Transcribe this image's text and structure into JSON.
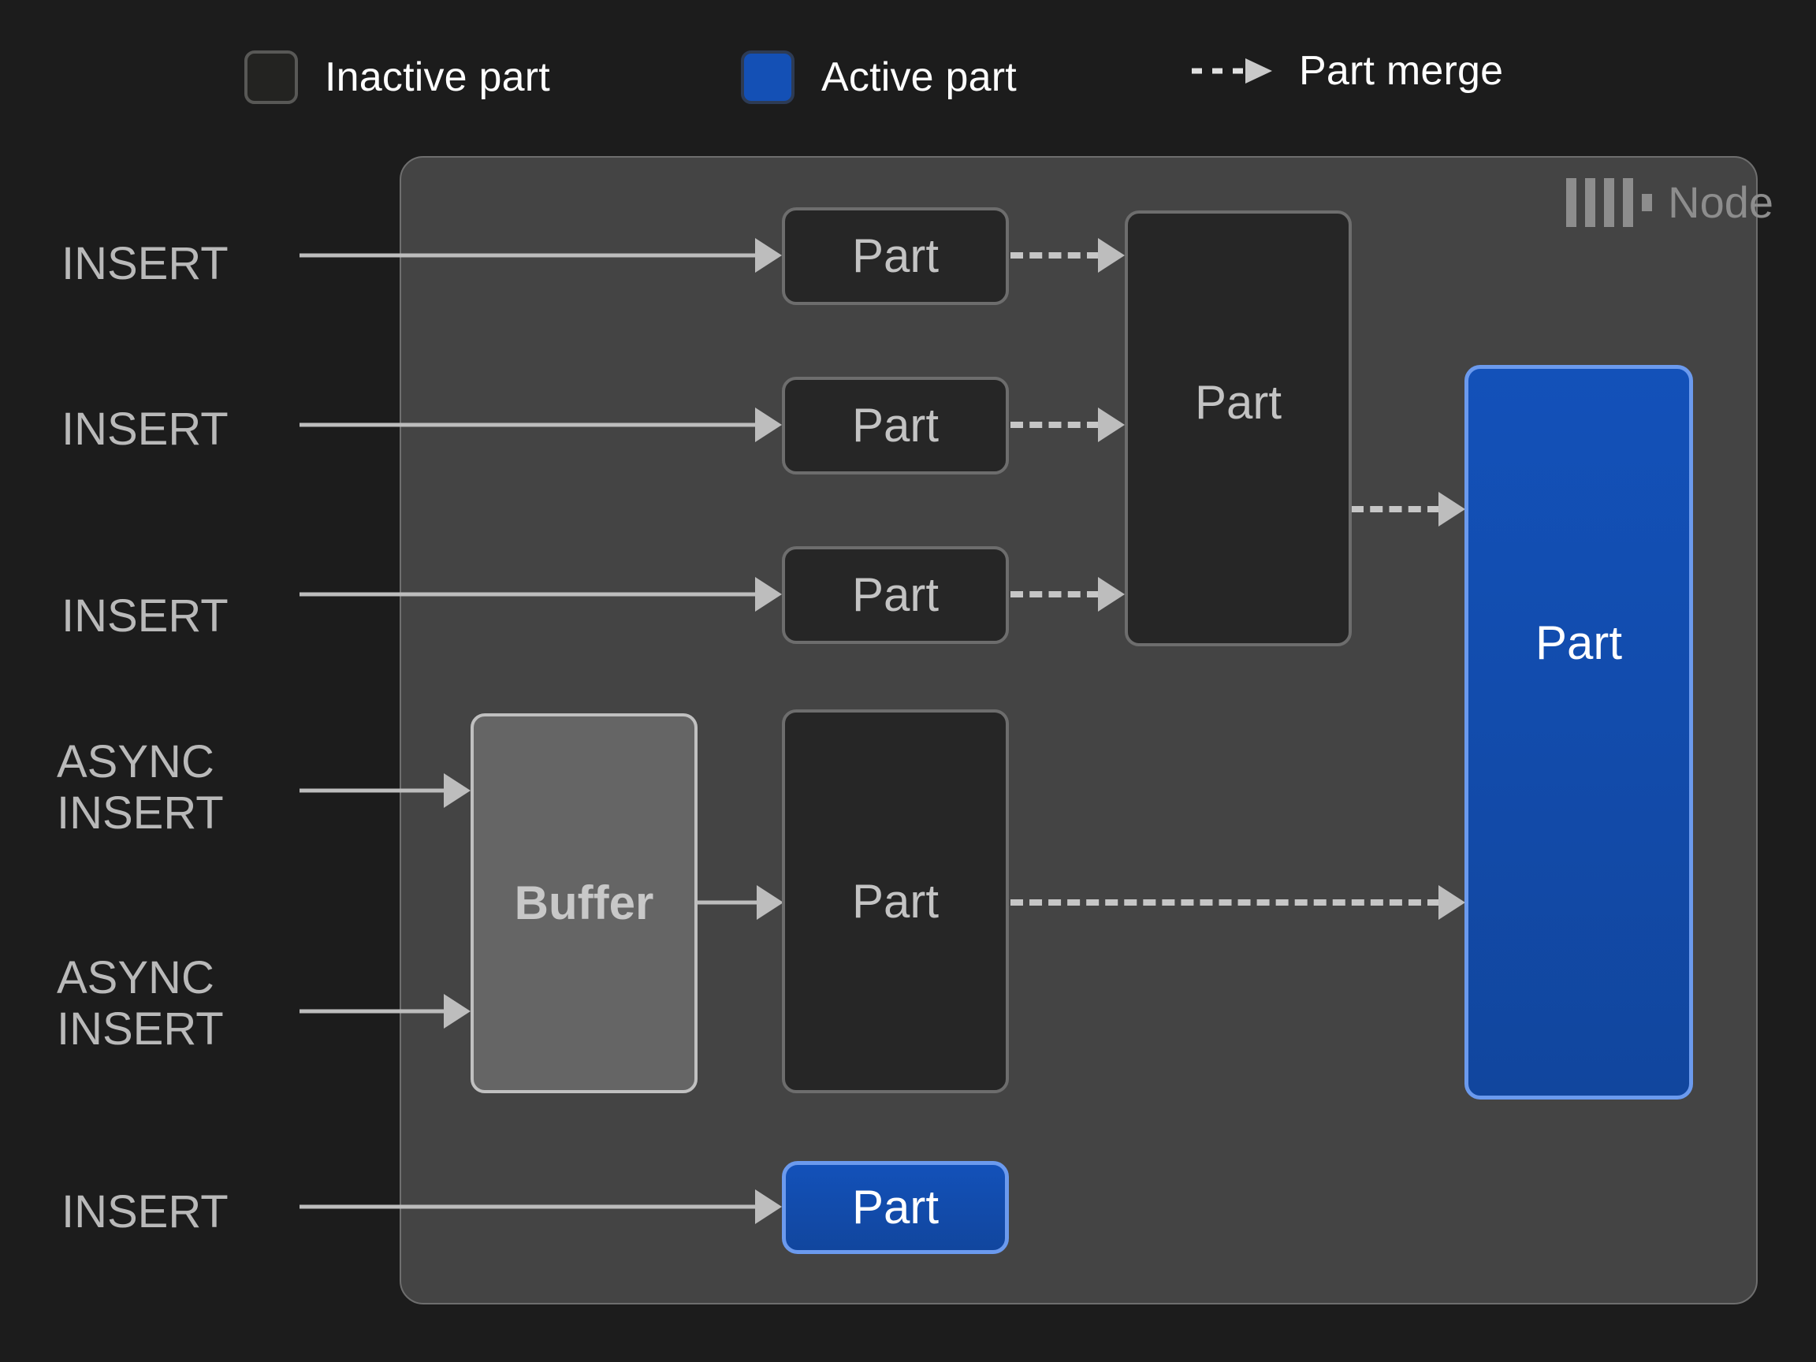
{
  "legend": {
    "items": [
      {
        "icon": "inactive-part-swatch",
        "label": "Inactive part"
      },
      {
        "icon": "active-part-swatch",
        "label": "Active part"
      },
      {
        "icon": "part-merge-arrow",
        "label": "Part merge"
      }
    ]
  },
  "node": {
    "title": "Node",
    "logo": "clickhouse-logo-icon"
  },
  "sources": [
    {
      "id": "insert-1",
      "label": "INSERT"
    },
    {
      "id": "insert-2",
      "label": "INSERT"
    },
    {
      "id": "insert-3",
      "label": "INSERT"
    },
    {
      "id": "async-insert-1",
      "label": "ASYNC\nINSERT"
    },
    {
      "id": "async-insert-2",
      "label": "ASYNC\nINSERT"
    },
    {
      "id": "insert-4",
      "label": "INSERT"
    }
  ],
  "boxes": {
    "part_1": "Part",
    "part_2": "Part",
    "part_3": "Part",
    "merged_part": "Part",
    "buffer": "Buffer",
    "buffer_part": "Part",
    "final_part": "Part",
    "direct_part": "Part"
  },
  "colors": {
    "background": "#1c1c1c",
    "node_panel": "#444444",
    "node_panel_border": "#6e6e6e",
    "inactive_part_fill": "#262626",
    "inactive_part_border": "#6d6d6d",
    "active_part_fill": "#1351b9",
    "active_part_border": "#6b9aee",
    "buffer_fill": "#656565",
    "buffer_border": "#c0c0c0",
    "connector": "#bdbdbd",
    "label_text": "#b9b9b9",
    "legend_text": "#ffffff",
    "node_title": "#8d8d8d"
  }
}
